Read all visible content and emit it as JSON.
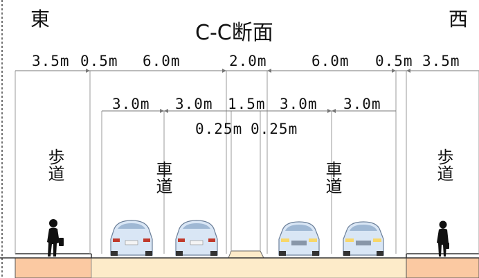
{
  "title": "C-C断面",
  "directions": {
    "east": "東",
    "west": "西"
  },
  "dimensions": {
    "top_row": [
      "3.5m",
      "0.5m",
      "6.0m",
      "2.0m",
      "6.0m",
      "0.5m",
      "3.5m"
    ],
    "second_row": [
      "3.0m",
      "3.0m",
      "1.5m",
      "3.0m",
      "3.0m"
    ],
    "third_row": [
      "0.25m",
      "0.25m"
    ]
  },
  "areas": {
    "sidewalk_left": "歩道",
    "roadway_left": "車道",
    "roadway_right": "車道",
    "sidewalk_right": "歩道"
  },
  "colors": {
    "sidewalk_fill": "#fbc9a2",
    "roadway_fill": "#fdebc9",
    "median_fill": "#fdebc9",
    "guide_line": "#9a9a9a",
    "car_body": "#d9e6f5",
    "car_glass": "#9fb8d4"
  },
  "icons": [
    "pedestrian-icon",
    "car-rear-icon",
    "car-front-icon"
  ]
}
